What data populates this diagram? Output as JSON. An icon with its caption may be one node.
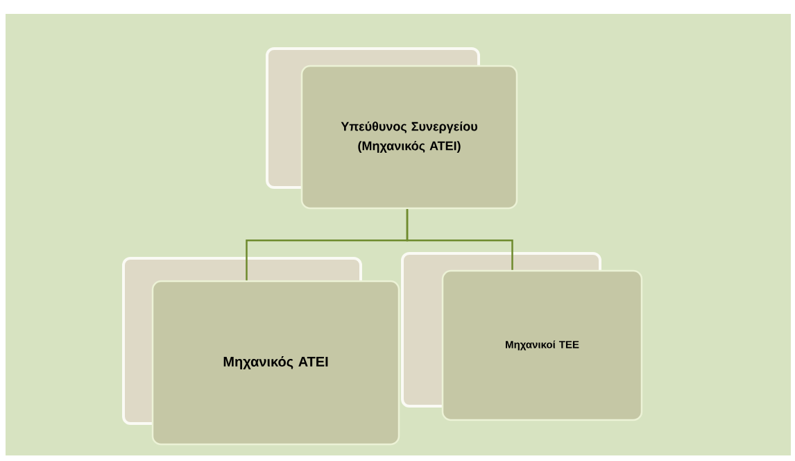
{
  "diagram": {
    "nodes": [
      {
        "text": [
          "Υπεύθυνος Συνεργείου (Μηχανικός ΑΤΕΙ)"
        ]
      },
      {
        "text": [
          "Μηχανικός ΑΤΕΙ"
        ]
      },
      {
        "text": [
          "Μηχανικοί ΤΕΕ"
        ]
      }
    ],
    "edges": [
      {
        "from": 0,
        "to": 1,
        "arrow": "none"
      },
      {
        "from": 0,
        "to": 2,
        "arrow": "none"
      }
    ]
  }
}
